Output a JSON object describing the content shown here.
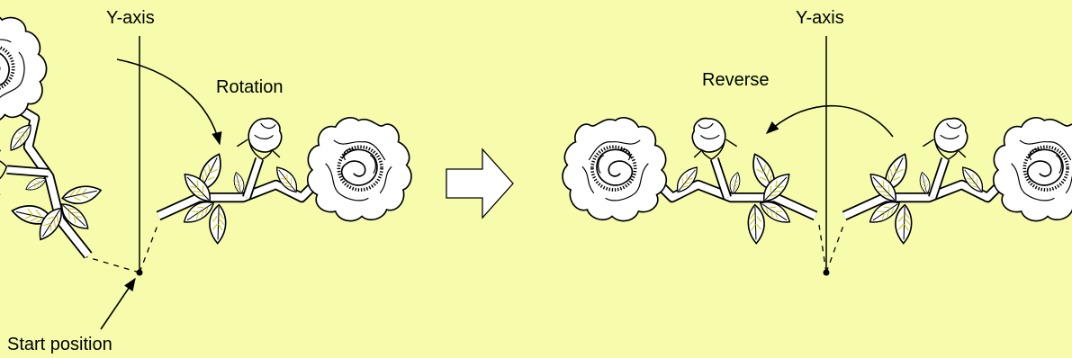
{
  "colors": {
    "background": "#f6fcab",
    "ink": "#000000",
    "fill": "#ffffff",
    "leaf_vein": "#c8c800"
  },
  "left_panel": {
    "axis_label": "Y-axis",
    "rotation_label": "Rotation",
    "start_label": "Start position"
  },
  "transition": {
    "icon": "right-arrow-icon"
  },
  "right_panel": {
    "axis_label": "Y-axis",
    "reverse_label": "Reverse"
  }
}
